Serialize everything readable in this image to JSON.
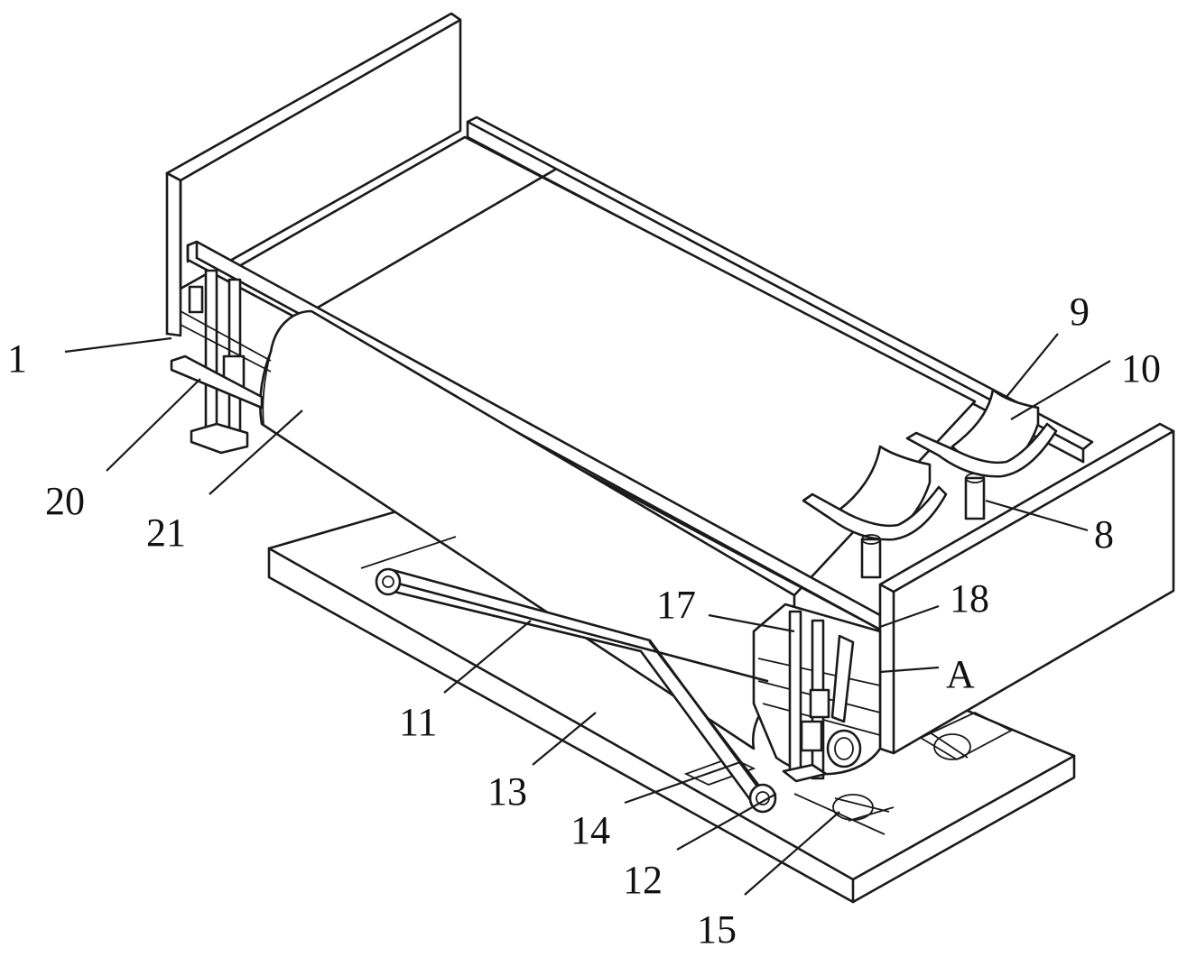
{
  "labels": {
    "l1": "1",
    "l8": "8",
    "l9": "9",
    "l10": "10",
    "l11": "11",
    "l12": "12",
    "l13": "13",
    "l14": "14",
    "l15": "15",
    "l17": "17",
    "l18": "18",
    "lA": "A",
    "l20": "20",
    "l21": "21"
  },
  "colors": {
    "line": "#1a1a1a",
    "background": "#ffffff"
  }
}
